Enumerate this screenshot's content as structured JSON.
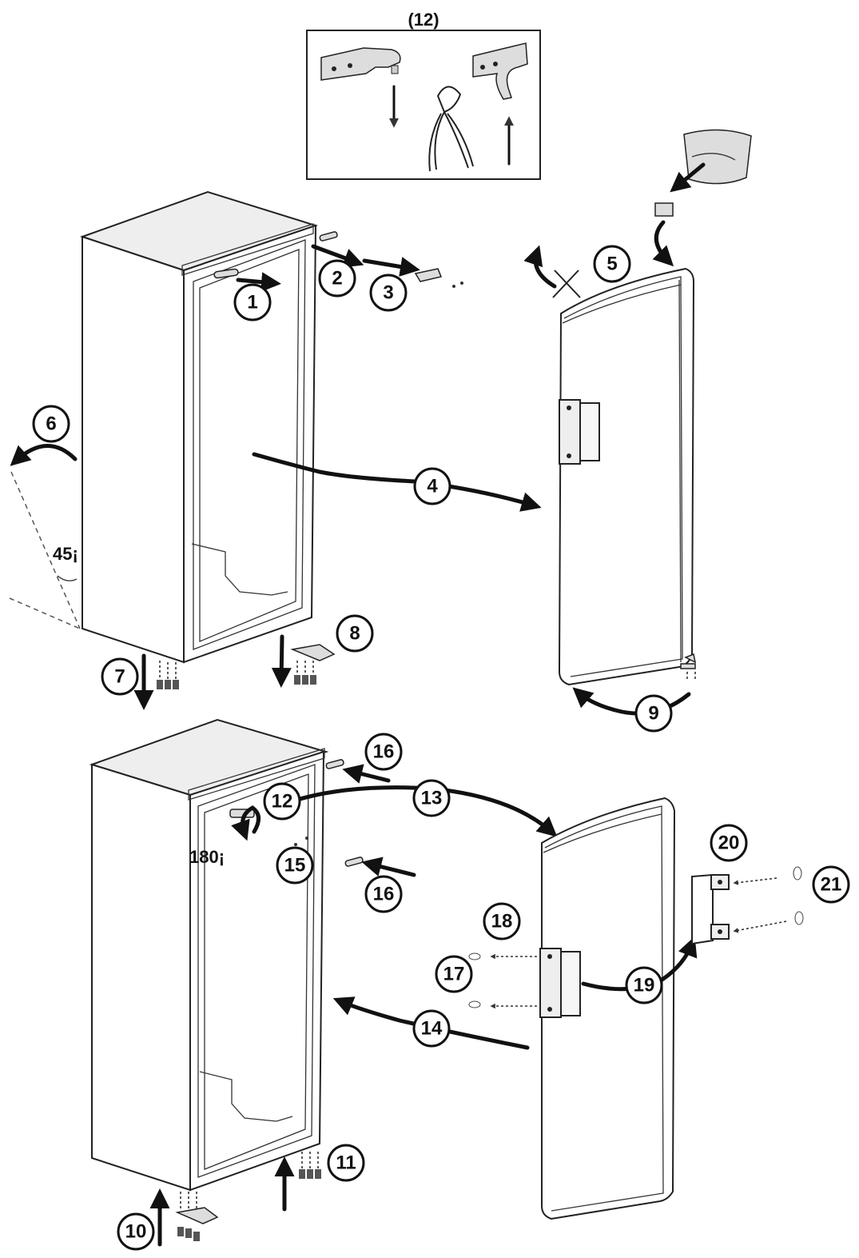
{
  "inset": {
    "label": "(12)"
  },
  "angles": {
    "tilt": "45¡",
    "rotate": "180¡"
  },
  "steps": [
    {
      "n": "1"
    },
    {
      "n": "2"
    },
    {
      "n": "3"
    },
    {
      "n": "4"
    },
    {
      "n": "5"
    },
    {
      "n": "6"
    },
    {
      "n": "7"
    },
    {
      "n": "8"
    },
    {
      "n": "9"
    },
    {
      "n": "10"
    },
    {
      "n": "11"
    },
    {
      "n": "12"
    },
    {
      "n": "13"
    },
    {
      "n": "14"
    },
    {
      "n": "15"
    },
    {
      "n": "16"
    },
    {
      "n": "16"
    },
    {
      "n": "17"
    },
    {
      "n": "18"
    },
    {
      "n": "19"
    },
    {
      "n": "20"
    },
    {
      "n": "21"
    }
  ]
}
